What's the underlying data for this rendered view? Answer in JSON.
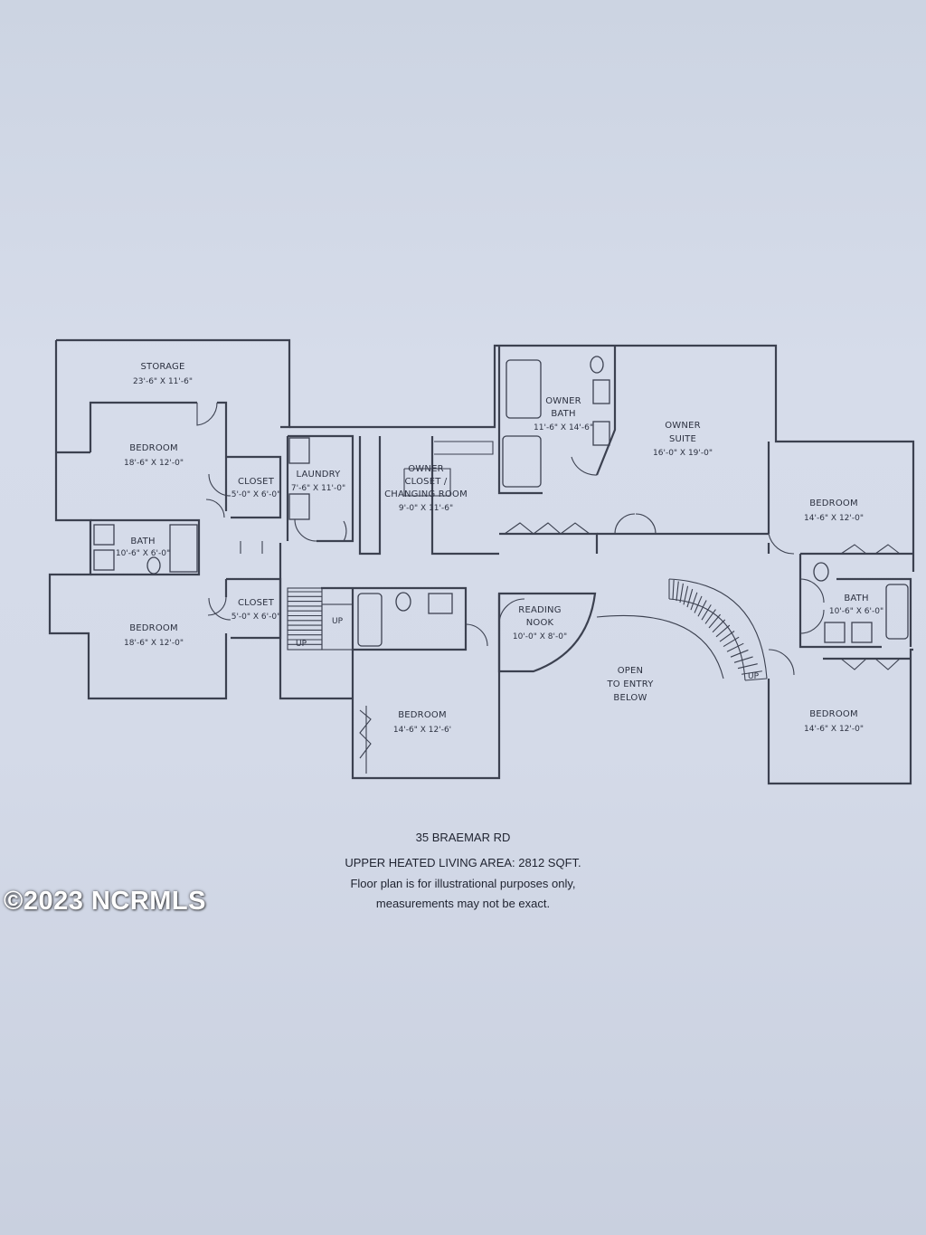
{
  "rooms": [
    {
      "id": "storage",
      "name_lines": [
        "STORAGE"
      ],
      "dims": "23'-6\" X 11'-6\""
    },
    {
      "id": "bedroom-upper-left",
      "name_lines": [
        "BEDROOM"
      ],
      "dims": "18'-6\" X 12'-0\""
    },
    {
      "id": "closet-upper",
      "name_lines": [
        "CLOSET"
      ],
      "dims": "5'-0\" X 6'-0\""
    },
    {
      "id": "laundry",
      "name_lines": [
        "LAUNDRY"
      ],
      "dims": "7'-6\" X 11'-0\""
    },
    {
      "id": "owner-closet",
      "name_lines": [
        "OWNER",
        "CLOSET /",
        "CHANGING ROOM"
      ],
      "dims": "9'-0\" X 11'-6\""
    },
    {
      "id": "owner-bath",
      "name_lines": [
        "OWNER",
        "BATH"
      ],
      "dims": "11'-6\" X 14'-6\""
    },
    {
      "id": "owner-suite",
      "name_lines": [
        "OWNER",
        "SUITE"
      ],
      "dims": "16'-0\" X 19'-0\""
    },
    {
      "id": "bedroom-right-upper",
      "name_lines": [
        "BEDROOM"
      ],
      "dims": "14'-6\" X 12'-0\""
    },
    {
      "id": "bath-left",
      "name_lines": [
        "BATH"
      ],
      "dims": "10'-6\" X 6'-0\""
    },
    {
      "id": "bedroom-lower-left",
      "name_lines": [
        "BEDROOM"
      ],
      "dims": "18'-6\" X 12'-0\""
    },
    {
      "id": "closet-lower",
      "name_lines": [
        "CLOSET"
      ],
      "dims": "5'-0\" X 6'-0\""
    },
    {
      "id": "reading-nook",
      "name_lines": [
        "READING",
        "NOOK"
      ],
      "dims": "10'-0\" X 8'-0\""
    },
    {
      "id": "open-to-entry",
      "name_lines": [
        "OPEN",
        "TO ENTRY",
        "BELOW"
      ],
      "dims": ""
    },
    {
      "id": "bath-right",
      "name_lines": [
        "BATH"
      ],
      "dims": "10'-6\" X 6'-0\""
    },
    {
      "id": "bedroom-center",
      "name_lines": [
        "BEDROOM"
      ],
      "dims": "14'-6\" X 12'-6'"
    },
    {
      "id": "bedroom-right-lower",
      "name_lines": [
        "BEDROOM"
      ],
      "dims": "14'-6\" X 12'-0\""
    }
  ],
  "stair_labels": {
    "up_a": "UP",
    "up_b": "UP",
    "up_c": "UP"
  },
  "caption": {
    "address": "35 BRAEMAR RD",
    "area": "UPPER HEATED  LIVING AREA:  2812 SQFT.",
    "disclaimer_1": "Floor plan is for illustrational purposes only,",
    "disclaimer_2": "measurements may not be exact."
  },
  "watermark": "©2023 NCRMLS"
}
